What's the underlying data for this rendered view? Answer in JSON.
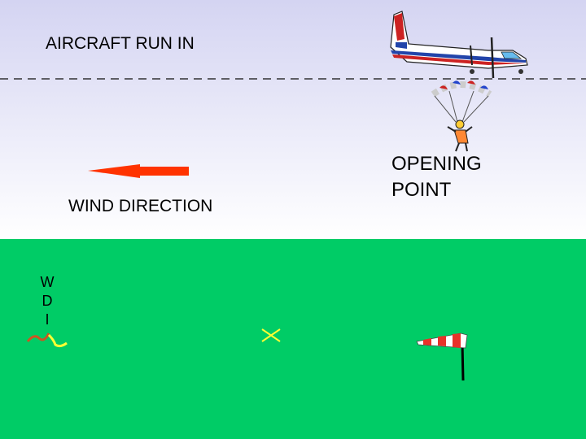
{
  "labels": {
    "aircraft_run_in": "AIRCRAFT RUN IN",
    "wind_direction": "WIND DIRECTION",
    "opening_point": [
      "OPENING",
      "POINT"
    ],
    "wdi_letters": [
      "W",
      "D",
      "I"
    ]
  },
  "colors": {
    "sky_top": "#d4d4f2",
    "ground": "#00cc66",
    "wind_arrow": "#ff3300",
    "target_cross": "#ffff33",
    "windsock_red": "#e8322a"
  },
  "icons": [
    "aircraft-icon",
    "parachutist-icon",
    "wind-arrow-icon",
    "wdi-icon",
    "target-cross-icon",
    "windsock-icon"
  ]
}
